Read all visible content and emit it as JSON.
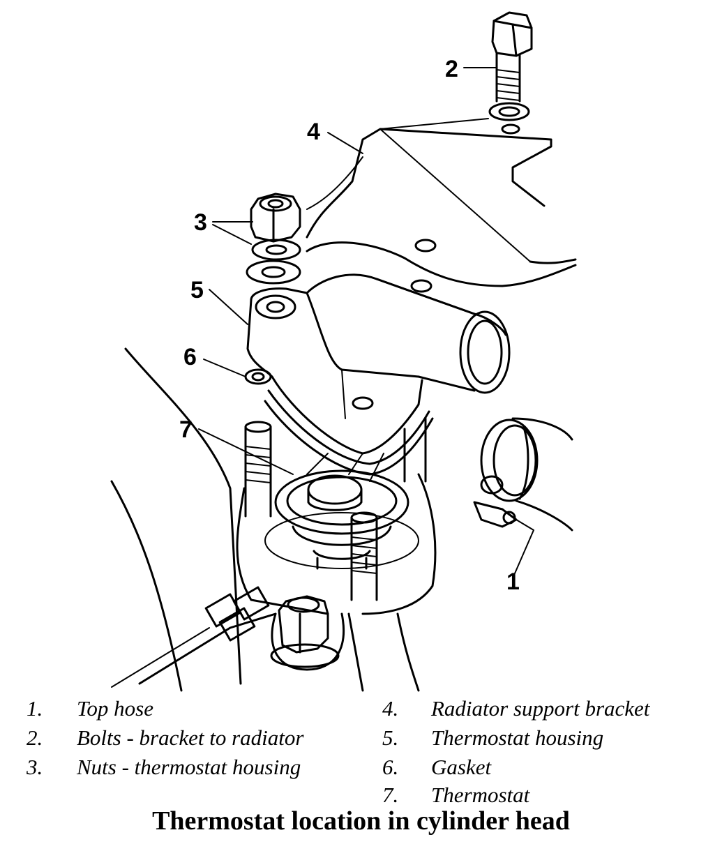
{
  "callouts": [
    "1",
    "2",
    "3",
    "4",
    "5",
    "6",
    "7"
  ],
  "legend": [
    {
      "num": "1.",
      "text": "Top hose"
    },
    {
      "num": "2.",
      "text": "Bolts - bracket to radiator"
    },
    {
      "num": "3.",
      "text": "Nuts - thermostat housing"
    },
    {
      "num": "4.",
      "text": "Radiator support bracket"
    },
    {
      "num": "5.",
      "text": "Thermostat housing"
    },
    {
      "num": "6.",
      "text": "Gasket"
    },
    {
      "num": "7.",
      "text": "Thermostat"
    }
  ],
  "caption": "Thermostat location in cylinder head"
}
